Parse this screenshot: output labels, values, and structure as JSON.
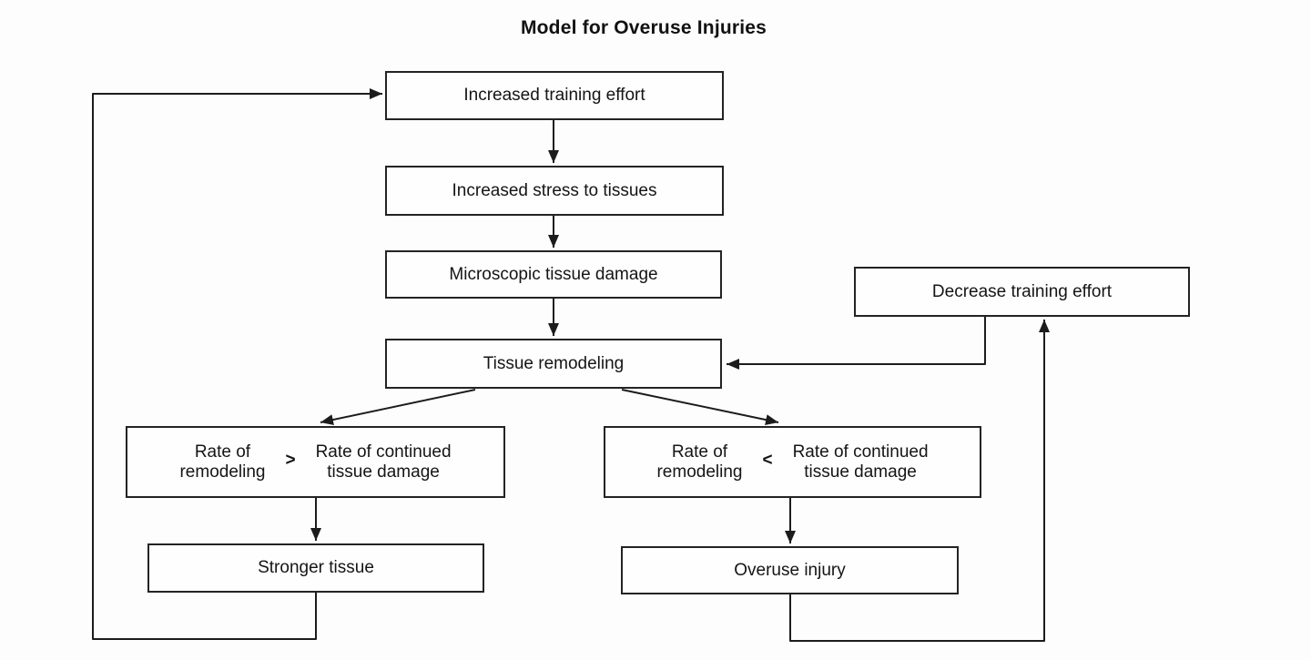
{
  "title": "Model for Overuse Injuries",
  "nodes": {
    "increased_training_effort": "Increased training effort",
    "increased_stress_to_tissues": "Increased stress to tissues",
    "microscopic_tissue_damage": "Microscopic tissue damage",
    "tissue_remodeling": "Tissue remodeling",
    "decrease_training_effort": "Decrease training effort",
    "remodeling_greater": {
      "left": "Rate of\nremodeling",
      "operator": ">",
      "right": "Rate of continued\ntissue damage"
    },
    "remodeling_less": {
      "left": "Rate of\nremodeling",
      "operator": "<",
      "right": "Rate of continued\ntissue damage"
    },
    "stronger_tissue": "Stronger tissue",
    "overuse_injury": "Overuse injury"
  },
  "edges": [
    {
      "from": "increased_training_effort",
      "to": "increased_stress_to_tissues"
    },
    {
      "from": "increased_stress_to_tissues",
      "to": "microscopic_tissue_damage"
    },
    {
      "from": "microscopic_tissue_damage",
      "to": "tissue_remodeling"
    },
    {
      "from": "tissue_remodeling",
      "to": "remodeling_greater"
    },
    {
      "from": "tissue_remodeling",
      "to": "remodeling_less"
    },
    {
      "from": "remodeling_greater",
      "to": "stronger_tissue"
    },
    {
      "from": "remodeling_less",
      "to": "overuse_injury"
    },
    {
      "from": "stronger_tissue",
      "to": "increased_training_effort"
    },
    {
      "from": "overuse_injury",
      "to": "decrease_training_effort"
    },
    {
      "from": "decrease_training_effort",
      "to": "tissue_remodeling"
    }
  ],
  "colors": {
    "line": "#1c1c1c",
    "text": "#151515",
    "background": "#fdfdfd",
    "box_border": "#232323"
  }
}
